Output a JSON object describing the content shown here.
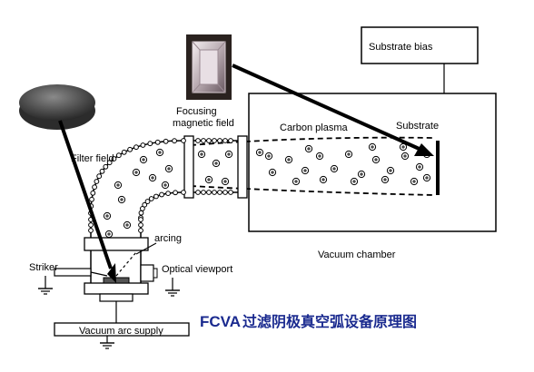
{
  "diagram": {
    "labels": {
      "substrate_bias": "Substrate bias",
      "focusing": "Focusing",
      "magnetic_field": "magnetic field",
      "carbon_plasma": "Carbon plasma",
      "substrate": "Substrate",
      "filter_field": "Filter field",
      "arcing": "arcing",
      "striker": "Striker",
      "optical_viewport": "Optical viewport",
      "vacuum_chamber": "Vacuum chamber",
      "vacuum_arc_supply": "Vacuum arc supply"
    },
    "caption_latin": "FCVA",
    "caption_cjk": "过滤阴极真空弧设备原理图",
    "colors": {
      "line": "#000000",
      "caption": "#1a2a8f",
      "diamond_bg": "#3b2e2a",
      "graphite": "#4a4a4a",
      "plasma_particle_fill": "#ffffff"
    },
    "icons": [
      "diamond-photo",
      "graphite-target-photo",
      "ground-symbol",
      "positive-ion-symbol"
    ]
  }
}
